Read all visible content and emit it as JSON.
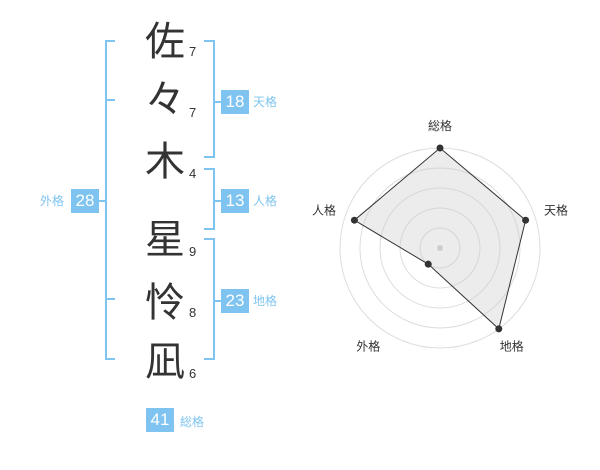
{
  "name": {
    "characters": [
      {
        "char": "佐",
        "strokes": "7"
      },
      {
        "char": "々",
        "strokes": "7"
      },
      {
        "char": "木",
        "strokes": "4"
      },
      {
        "char": "星",
        "strokes": "9"
      },
      {
        "char": "怜",
        "strokes": "8"
      },
      {
        "char": "凪",
        "strokes": "6"
      }
    ]
  },
  "fortunes": {
    "tenkaku": {
      "value": "18",
      "label": "天格"
    },
    "jinkaku": {
      "value": "13",
      "label": "人格"
    },
    "chikaku": {
      "value": "23",
      "label": "地格"
    },
    "gaikaku": {
      "value": "28",
      "label": "外格"
    },
    "soukaku": {
      "value": "41",
      "label": "総格"
    }
  },
  "colors": {
    "accent": "#7fc4f0",
    "text": "#333333",
    "radar_fill": "#eeeeee",
    "radar_ring": "#dddddd"
  },
  "chart_data": {
    "type": "radar",
    "axes": [
      "総格",
      "天格",
      "地格",
      "外格",
      "人格"
    ],
    "values": [
      5,
      4.5,
      5,
      1,
      4.5
    ],
    "max": 5,
    "rings": 5
  }
}
